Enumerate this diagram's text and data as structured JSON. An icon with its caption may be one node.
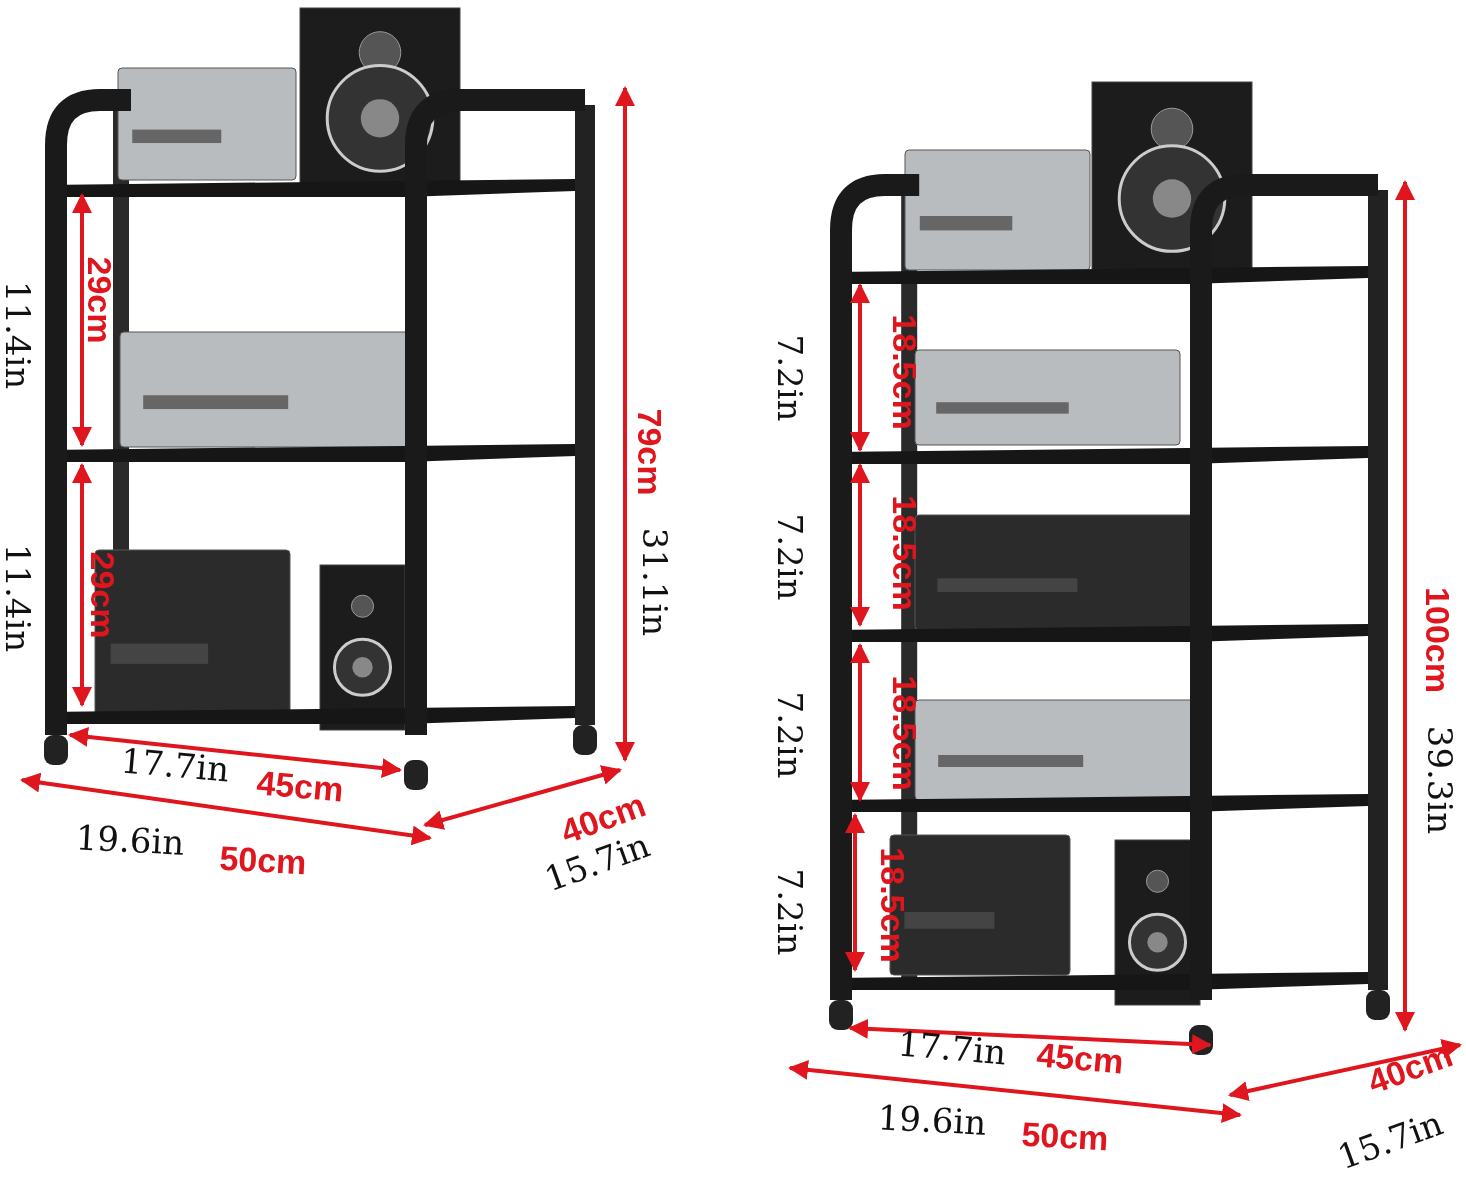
{
  "diagram": {
    "labels": [
      "11.4in",
      "29cm",
      "11.4in",
      "29cm",
      "79cm",
      "31.1in",
      "17.7in",
      "45cm",
      "19.6in",
      "50cm",
      "40cm",
      "15.7in",
      "7.2in",
      "18.5cm",
      "7.2in",
      "18.5cm",
      "7.2in",
      "18.5cm",
      "7.2in",
      "18.5cm",
      "100cm",
      "39.3in",
      "17.7in",
      "45cm",
      "19.6in",
      "50cm",
      "40cm",
      "15.7in"
    ]
  }
}
